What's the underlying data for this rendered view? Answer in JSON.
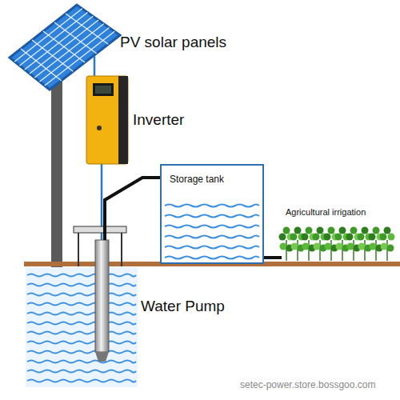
{
  "diagram": {
    "nodes": [
      {
        "text": [
          "Storage tank"
        ]
      }
    ],
    "labels": [
      "PV solar panels",
      "Inverter",
      "Agricultural irrigation",
      "Water Pump",
      "setec-power.store.bossgoo.com"
    ]
  }
}
